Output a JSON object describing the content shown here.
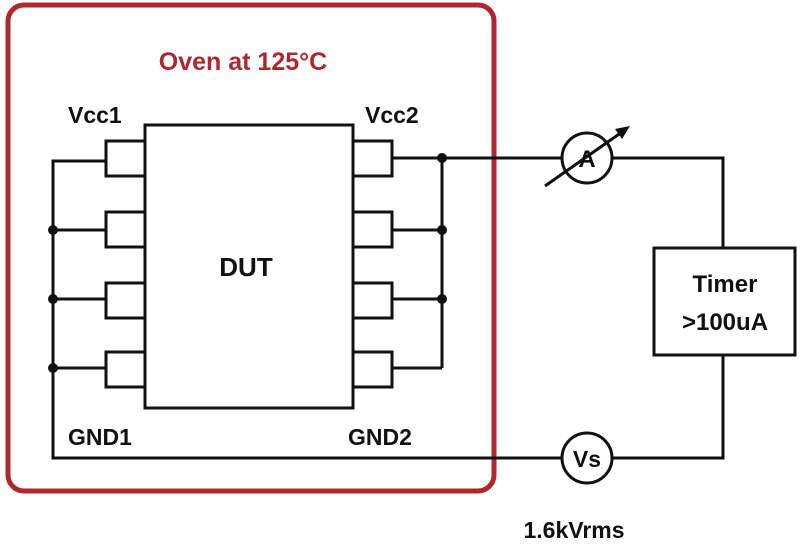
{
  "oven": {
    "label": "Oven at 125°C",
    "color": "#b0272d"
  },
  "dut": {
    "label": "DUT"
  },
  "pins": {
    "vcc1": "Vcc1",
    "vcc2": "Vcc2",
    "gnd1": "GND1",
    "gnd2": "GND2"
  },
  "ammeter": {
    "label": "A"
  },
  "timer": {
    "line1": "Timer",
    "line2": ">100uA"
  },
  "source": {
    "label": "Vs",
    "rating": "1.6kVrms"
  },
  "colors": {
    "wire": "#111111",
    "oven_border": "#b0272d"
  }
}
